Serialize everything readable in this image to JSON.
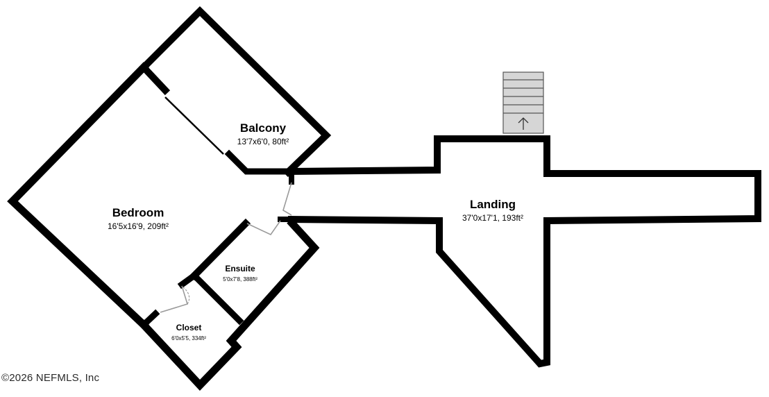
{
  "rooms": {
    "balcony": {
      "name": "Balcony",
      "dims": "13'7x6'0, 80ft²"
    },
    "bedroom": {
      "name": "Bedroom",
      "dims": "16'5x16'9, 209ft²"
    },
    "ensuite": {
      "name": "Ensuite",
      "dims": "5'0x7'8, 388ft²"
    },
    "closet": {
      "name": "Closet",
      "dims": "6'0x5'5, 334ft²"
    },
    "landing": {
      "name": "Landing",
      "dims": "37'0x17'1, 193ft²"
    }
  },
  "stairs": {
    "icon": "arrow-up-icon",
    "direction": "up"
  },
  "footer": {
    "copyright": "©2026 NEFMLS, Inc"
  },
  "colors": {
    "wall": "#000000",
    "door": "#9a9a9a",
    "stair_fill": "#d6d6d6",
    "background": "#ffffff"
  }
}
